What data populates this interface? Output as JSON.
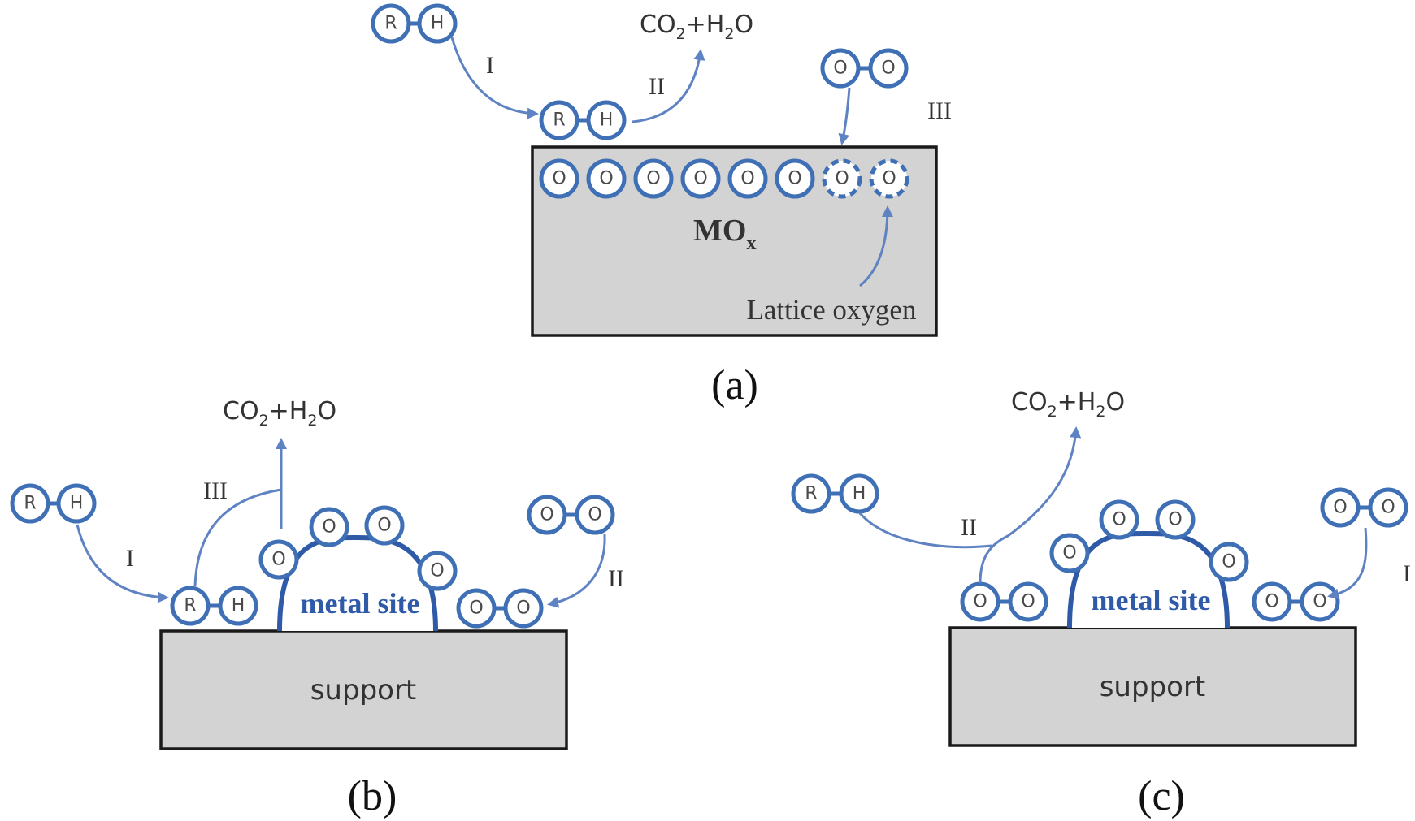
{
  "labels": {
    "atom_r": "R",
    "atom_h": "H",
    "atom_o": "O",
    "product_prefix": "CO",
    "product_mid": "+H",
    "product_suffix": "O",
    "product_sub": "2",
    "step_1": "I",
    "step_2": "II",
    "step_3": "III",
    "mox_main": "MO",
    "mox_sub": "x",
    "lattice_oxygen": "Lattice oxygen",
    "metal_site": "metal site",
    "support": "support"
  },
  "captions": {
    "a": "(a)",
    "b": "(b)",
    "c": "(c)"
  },
  "colors": {
    "atom_outline": "#3f6fb5",
    "arrow": "#5f83c2",
    "metal_site": "#2e5aa8",
    "block_fill": "#d3d3d3"
  }
}
